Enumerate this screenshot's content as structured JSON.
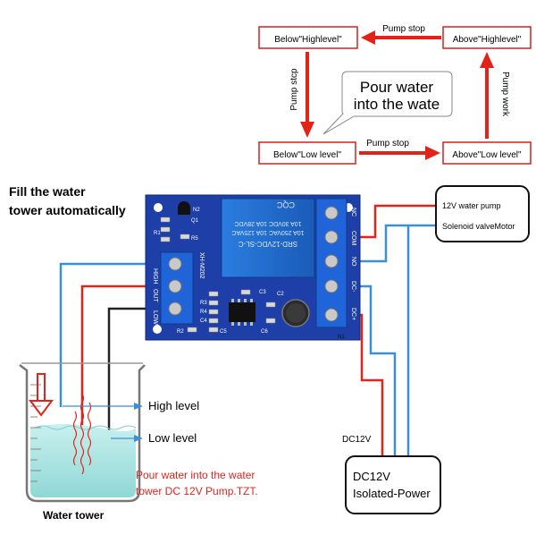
{
  "flow": {
    "below_high": "Below\"Highlevel\"",
    "above_high": "Above\"Highlevel\"",
    "below_low": "Below\"Low level\"",
    "above_low": "Above\"Low level\"",
    "pump_stop_top": "Pump stop",
    "pump_stop_bottom": "Pump stop",
    "pump_stcp": "Pump stcp",
    "pump_work": "Pump work",
    "callout_line1": "Pour water",
    "callout_line2": "into the wate"
  },
  "title": {
    "line1": "Fill the water",
    "line2": "tower automatically"
  },
  "board": {
    "model": "XH-M202",
    "left_terminals": [
      "HIGH",
      "OUT",
      "LOW"
    ],
    "right_terminals": [
      "NC",
      "COM",
      "NO",
      "DC-",
      "DC+"
    ],
    "relay_lines": [
      "SRD-12VDC-SL-C",
      "10A 250VAC 10A 125VAC",
      "10A 30VDC 10A 28VDC"
    ],
    "relay_brand": "CQC",
    "components": [
      "Q1",
      "R5",
      "R1",
      "R2",
      "R3",
      "R4",
      "C3",
      "C2",
      "C4",
      "C5",
      "C6",
      "N1",
      "N2"
    ]
  },
  "devices": {
    "pump_line1": "12V water pump",
    "pump_line2": "Solenoid valveMotor",
    "power_line1": "DC12V",
    "power_line2": "Isolated-Power",
    "dc_label": "DC12V"
  },
  "tank": {
    "high_level": "High level",
    "low_level": "Low level",
    "note_line1": "Pour water into the water",
    "note_line2": "tower DC 12V Pump.TZT.",
    "caption": "Water tower"
  },
  "colors": {
    "red": "#e2231a",
    "blue": "#3a8fd6",
    "board": "#1e3fa8",
    "relay": "#1f6fd0",
    "water": "#9fe0e0"
  }
}
